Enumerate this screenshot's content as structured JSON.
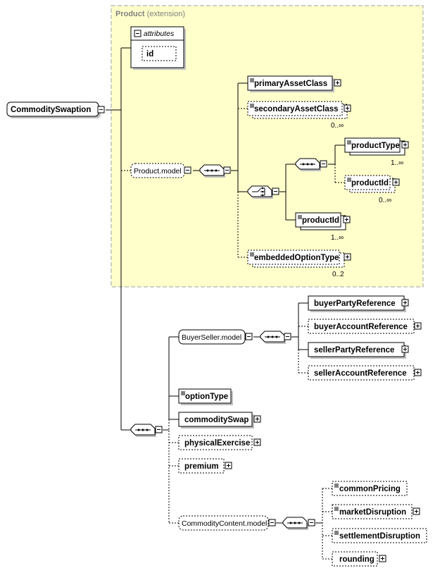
{
  "extension": {
    "title": "Product",
    "subtitle": "(extension)"
  },
  "root": {
    "label": "CommoditySwaption"
  },
  "attributes": {
    "label": "attributes",
    "items": [
      "id"
    ]
  },
  "product_model": {
    "label": "Product.model",
    "elements": {
      "primaryAssetClass": "primaryAssetClass",
      "secondaryAssetClass": "secondaryAssetClass",
      "secondaryAssetClass_card": "0..∞",
      "productType": "productType",
      "productType_card": "1..∞",
      "productId_optional": "productId",
      "productId_optional_card": "0..∞",
      "productId": "productId",
      "productId_card": "1..∞",
      "embeddedOptionType": "embeddedOptionType",
      "embeddedOptionType_card": "0..2"
    }
  },
  "buyer_seller_model": {
    "label": "BuyerSeller.model",
    "elements": {
      "buyerPartyReference": "buyerPartyReference",
      "buyerAccountReference": "buyerAccountReference",
      "sellerPartyReference": "sellerPartyReference",
      "sellerAccountReference": "sellerAccountReference"
    }
  },
  "swaption_elements": {
    "optionType": "optionType",
    "commoditySwap": "commoditySwap",
    "physicalExercise": "physicalExercise",
    "premium": "premium"
  },
  "commodity_content_model": {
    "label": "CommodityContent.model",
    "elements": {
      "commonPricing": "commonPricing",
      "marketDisruption": "marketDisruption",
      "settlementDisruption": "settlementDisruption",
      "rounding": "rounding"
    }
  },
  "colors": {
    "extension_fill": "#ffffcc",
    "extension_border": "#a0a0a0",
    "box_fill": "#ffffff",
    "line": "#000000",
    "shadow": "#c0c0c0"
  }
}
